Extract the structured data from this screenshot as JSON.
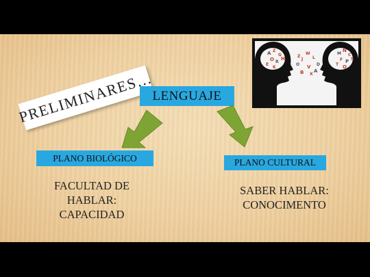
{
  "slide": {
    "title": "PRELIMINARES…",
    "main_box": {
      "label": "LENGUAJE"
    },
    "left_branch": {
      "label": "PLANO BIOLÓGICO",
      "caption": [
        "FACULTAD DE",
        "HABLAR:",
        "CAPACIDAD"
      ]
    },
    "right_branch": {
      "label": "PLANO CULTURAL",
      "caption": [
        "SABER HABLAR:",
        "CONOCIMENTO"
      ]
    },
    "image": {
      "icon": "two-heads-talking-letters-icon",
      "letters_left": [
        "A",
        "Z",
        "G",
        "O",
        "R",
        "E",
        "H",
        "K",
        "M",
        "N",
        "C",
        "F"
      ],
      "letters_right": [
        "P",
        "T",
        "S",
        "Q",
        "O",
        "J",
        "V",
        "L",
        "D",
        "B",
        "X",
        "W"
      ]
    }
  },
  "colors": {
    "box_fill": "#29a8e0",
    "arrow_fill": "#7ea533",
    "letter_red": "#c0392b",
    "background": "#f0d2a2"
  }
}
